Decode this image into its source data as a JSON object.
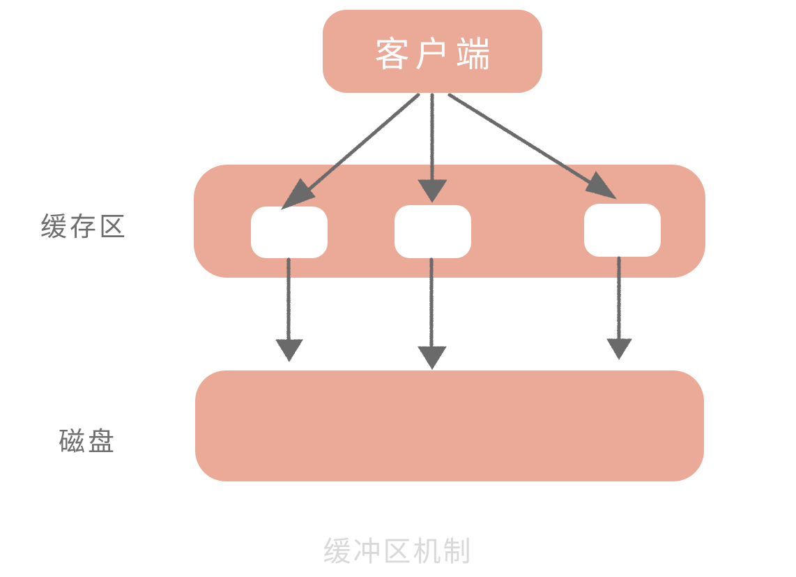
{
  "diagram": {
    "caption": "缓冲区机制",
    "palette": {
      "block": "#eaaa97",
      "slot": "#ffffff",
      "arrow": "#6b6b6b",
      "label": "#6e6e6e",
      "client_text": "#ffffff",
      "caption_text": "#d9d9d9",
      "background": "#ffffff"
    },
    "nodes": {
      "client": {
        "label": "客户端",
        "shape": "rounded-rect"
      },
      "cache": {
        "label": "缓存区",
        "shape": "rounded-band",
        "slots": 3
      },
      "disk": {
        "label": "磁盘",
        "shape": "rounded-band"
      }
    },
    "slots": [
      {
        "name": "buffer-slot-1",
        "label": ""
      },
      {
        "name": "buffer-slot-2",
        "label": ""
      },
      {
        "name": "buffer-slot-3",
        "label": ""
      }
    ],
    "arrows": [
      {
        "name": "client-to-slot-1",
        "from": "client",
        "to": "buffer-slot-1",
        "style": "hand-drawn"
      },
      {
        "name": "client-to-slot-2",
        "from": "client",
        "to": "buffer-slot-2",
        "style": "hand-drawn"
      },
      {
        "name": "client-to-slot-3",
        "from": "client",
        "to": "buffer-slot-3",
        "style": "hand-drawn"
      },
      {
        "name": "slot-1-to-disk",
        "from": "buffer-slot-1",
        "to": "disk",
        "style": "hand-drawn"
      },
      {
        "name": "slot-2-to-disk",
        "from": "buffer-slot-2",
        "to": "disk",
        "style": "hand-drawn"
      },
      {
        "name": "slot-3-to-disk",
        "from": "buffer-slot-3",
        "to": "disk",
        "style": "hand-drawn"
      }
    ]
  }
}
